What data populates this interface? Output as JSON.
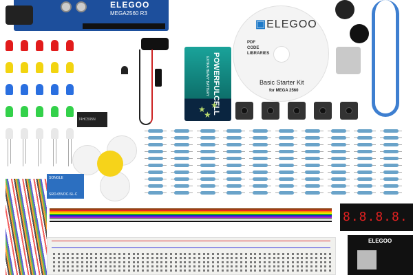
{
  "board": {
    "brand": "ELEGOO",
    "model": "MEGA2560 R3"
  },
  "cd": {
    "brand": "ELEGOO",
    "items": [
      "PDF",
      "CODE",
      "LIBRARIES"
    ],
    "title": "Basic Starter Kit",
    "subtitle": "for MEGA 2560"
  },
  "battery": {
    "brand": "POWERFULCELL",
    "type": "EXTRA HEAVY BATTERY"
  },
  "chip": {
    "label": "74HC595N"
  },
  "relay": {
    "brand": "SONGLE",
    "model": "SRD-05VDC-SL-C"
  },
  "display": {
    "digits": "8.8.8.8."
  },
  "psu": {
    "brand": "ELEGOO"
  },
  "colors": {
    "led_rows": [
      "#e21b1b",
      "#f2d410",
      "#2a6fe0",
      "#33d14a",
      "#e8e8e8"
    ],
    "board": "#1d4f9c"
  }
}
